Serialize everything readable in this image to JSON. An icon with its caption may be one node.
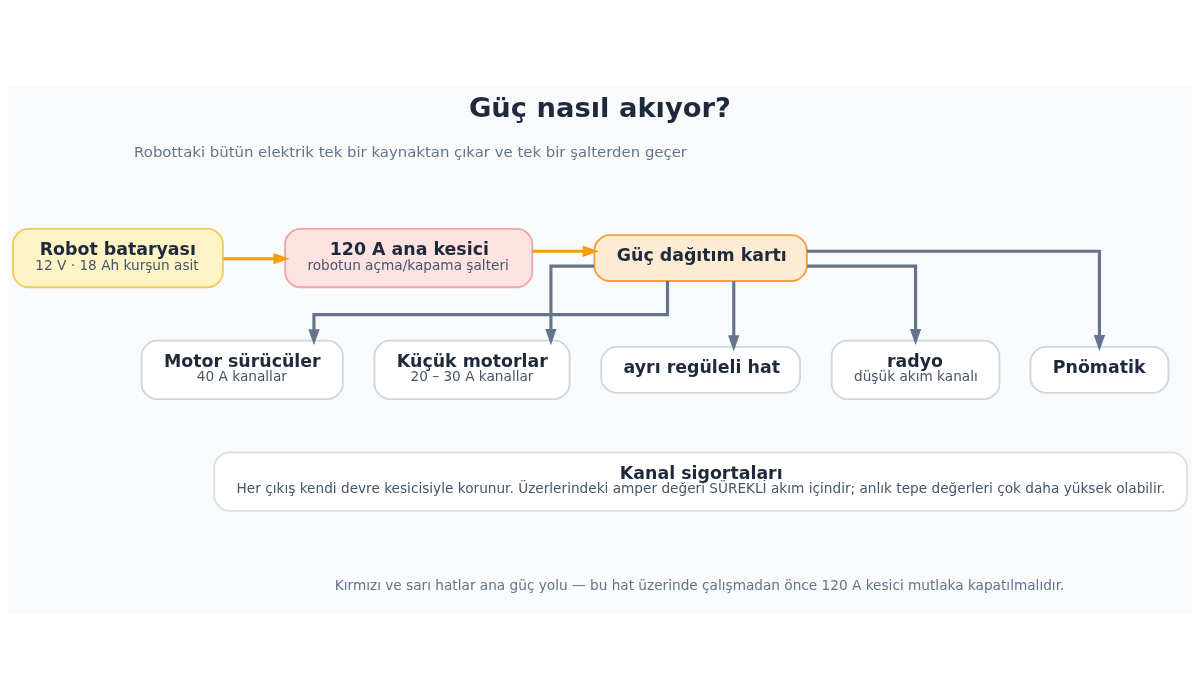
{
  "diagram": {
    "title": "Güç nasıl akıyor?",
    "caption": "Kırmızı ve sarı hatlar ana güç yolu — bu hat üzerinde çalışmadan önce 120 A kesici mutlaka kapatılmalıdır.",
    "nodes": [
      {
        "text": [
          "Robot bataryası",
          "12 V · 18 Ah kurşun asit"
        ]
      },
      {
        "text": [
          "120 A ana kesici",
          "robotun açma/kapama şalteri"
        ]
      },
      {
        "text": [
          "Güç dağıtım kartı"
        ]
      },
      {
        "text": [
          "Motor sürücüler",
          "40 A kanallar"
        ]
      },
      {
        "text": [
          "Küçük motorlar",
          "20 – 30 A kanallar"
        ]
      },
      {
        "text": [
          "ayrı regüleli hat"
        ]
      },
      {
        "text": [
          "radyo",
          "düşük akım kanalı"
        ]
      },
      {
        "text": [
          "Pnömatik"
        ]
      },
      {
        "text": [
          "Kanal sigortaları",
          "Her çıkış kendi devre kesicisiyle korunur. Üzerlerindeki amper değeri SÜREKLİ akım içindir; anlık tepe değerleri çok daha yüksek olabilir."
        ]
      }
    ],
    "edges": [
      {
        "from": 0,
        "to": 1,
        "arrow": "to",
        "color": "#f59e0b"
      },
      {
        "from": 1,
        "to": 2,
        "arrow": "to",
        "color": "#f59e0b"
      },
      {
        "from": 2,
        "to": 3,
        "arrow": "to"
      },
      {
        "from": 2,
        "to": 4,
        "arrow": "to"
      },
      {
        "from": 2,
        "to": 5,
        "arrow": "to"
      },
      {
        "from": 2,
        "to": 6,
        "arrow": "to"
      },
      {
        "from": 2,
        "to": 7,
        "arrow": "to"
      }
    ],
    "labels": [
      "Robottaki bütün elektrik tek bir kaynaktan çıkar ve tek bir şalterden geçer"
    ]
  }
}
